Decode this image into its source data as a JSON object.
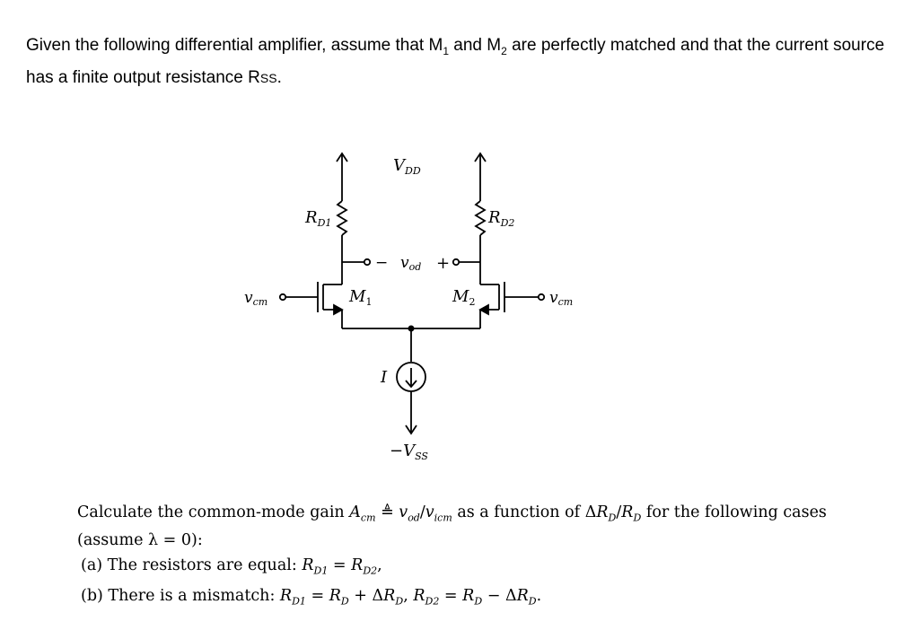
{
  "intro": {
    "part1": "Given the following differential amplifier, assume that M",
    "m1_sub": "1",
    "part2": " and M",
    "m2_sub": "2",
    "part3": " are perfectly matched and that the current source has a finite output resistance R",
    "rss_sub": "SS",
    "part4": "."
  },
  "circuit": {
    "vdd": "V",
    "vdd_sub": "DD",
    "rd1": "R",
    "rd1_sub": "D1",
    "rd2": "R",
    "rd2_sub": "D2",
    "vod_minus": "−",
    "vod": "v",
    "vod_sub": "od",
    "vod_plus": "+",
    "vcm_left": "v",
    "vcm_left_sub": "cm",
    "vcm_right": "v",
    "vcm_right_sub": "cm",
    "m1": "M",
    "m1_sub": "1",
    "m2": "M",
    "m2_sub": "2",
    "current": "I",
    "vss": "−V",
    "vss_sub": "SS"
  },
  "question": {
    "line1_a": "Calculate the common-mode gain ",
    "acm": "A",
    "acm_sub": "cm",
    "def": " ≜ ",
    "vod": "v",
    "vod_sub": "od",
    "slash": "/",
    "vicm": "v",
    "vicm_sub": "icm",
    "line1_b": " as a function of Δ",
    "rd_a": "R",
    "rd_a_sub": "D",
    "slash2": "/",
    "rd_b": "R",
    "rd_b_sub": "D",
    "line1_c": " for the following cases (assume λ = 0):"
  },
  "cases": {
    "a_label": "(a) The resistors are equal: ",
    "a_r1": "R",
    "a_r1_sub": "D1",
    "a_eq": " = ",
    "a_r2": "R",
    "a_r2_sub": "D2",
    "a_end": ",",
    "b_label": "(b) There is a mismatch: ",
    "b_r1": "R",
    "b_r1_sub": "D1",
    "b_eq1": " = ",
    "b_rd1": "R",
    "b_rd1_sub": "D",
    "b_plus": " + Δ",
    "b_rd2": "R",
    "b_rd2_sub": "D",
    "b_comma": ", ",
    "b_r2": "R",
    "b_r2_sub": "D2",
    "b_eq2": " = ",
    "b_rd3": "R",
    "b_rd3_sub": "D",
    "b_minus": " − Δ",
    "b_rd4": "R",
    "b_rd4_sub": "D",
    "b_end": "."
  }
}
